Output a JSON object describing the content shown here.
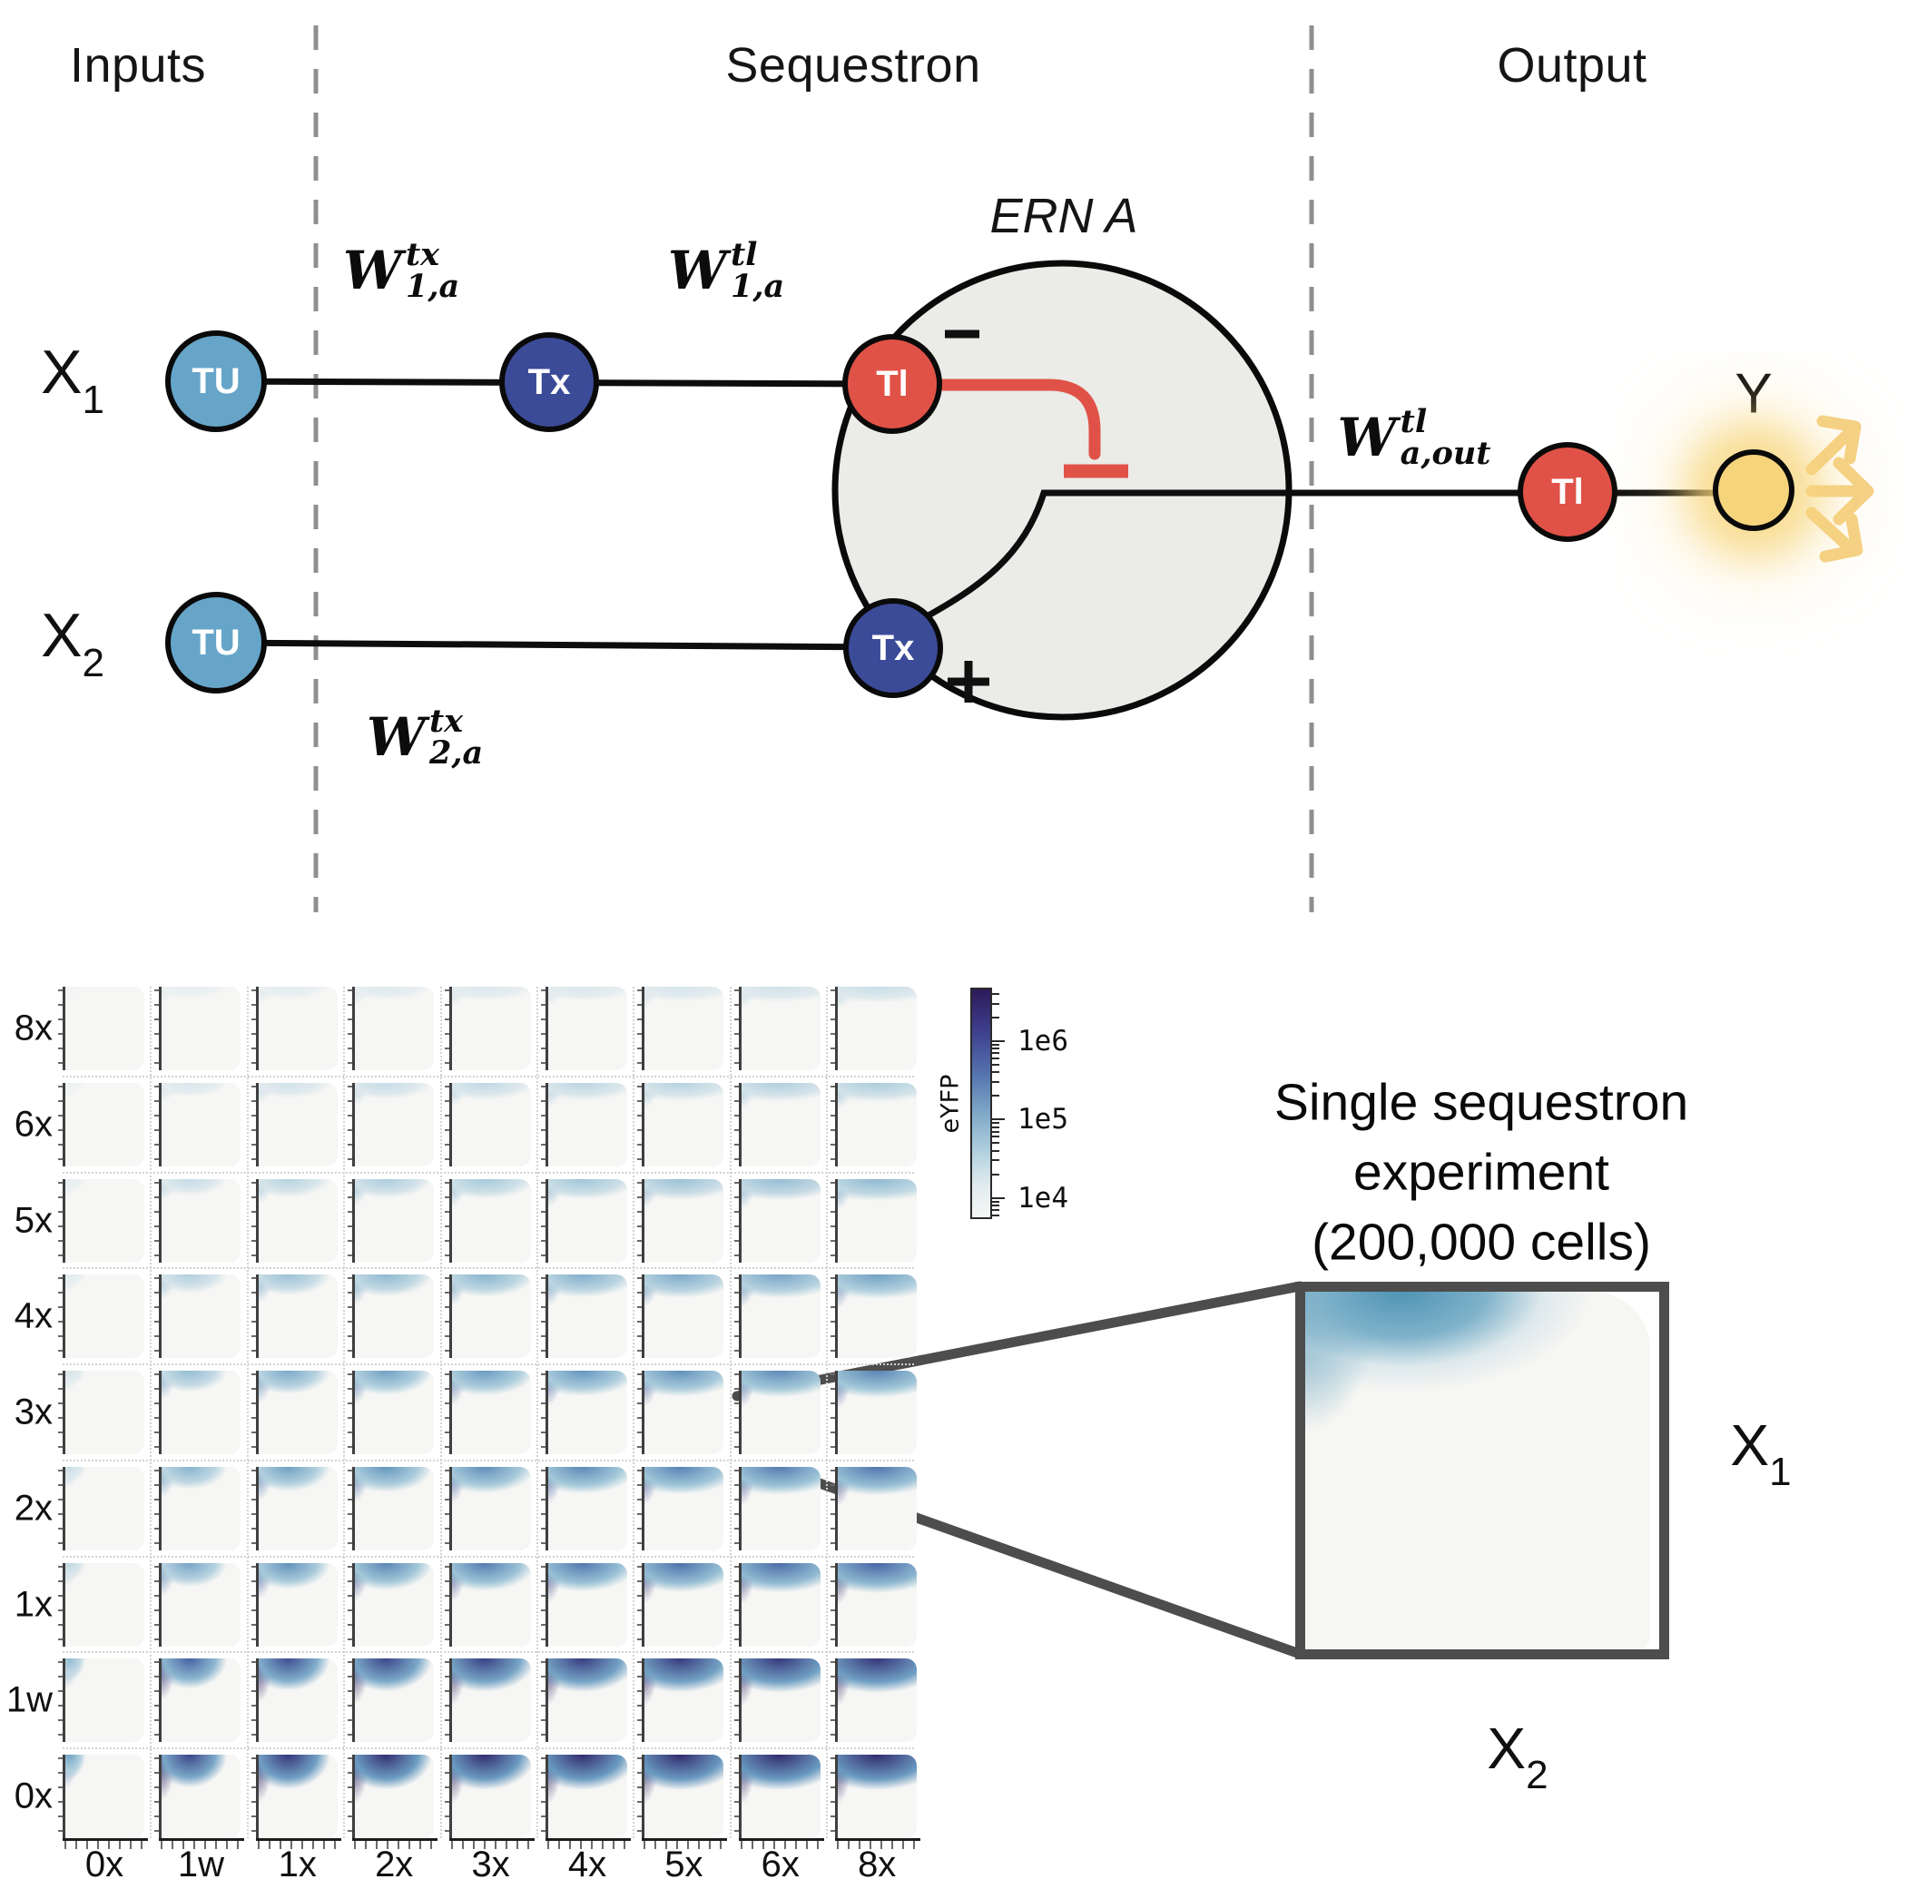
{
  "header": {
    "inputs": "Inputs",
    "sequestron": "Sequestron",
    "output": "Output"
  },
  "diagram": {
    "ern_label": "ERN A",
    "input1": {
      "base": "X",
      "sub": "1"
    },
    "input2": {
      "base": "X",
      "sub": "2"
    },
    "output_node_label": "Y",
    "node_labels": {
      "tu": "TU",
      "tx": "Tx",
      "tl": "Tl"
    },
    "signs": {
      "minus": "−",
      "plus": "+"
    },
    "weights": {
      "w_tx_1a": {
        "base": "W",
        "sup": "tx",
        "sub": "1,a"
      },
      "w_tl_1a": {
        "base": "W",
        "sup": "tl",
        "sub": "1,a"
      },
      "w_tx_2a": {
        "base": "W",
        "sup": "tx",
        "sub": "2,a"
      },
      "w_tl_aout": {
        "base": "W",
        "sup": "tl",
        "sub": "a,out"
      }
    },
    "colors": {
      "tu": "#66a5c8",
      "tx": "#3c4b98",
      "tl": "#e05247",
      "output": "#f6d47c",
      "ern_fill": "#ebebe8",
      "inhibition": "#e05247",
      "arrow": "#f5d185",
      "dashed_divider": "#8f8f8f",
      "connector": "#4d4d4d"
    }
  },
  "grid_panel": {
    "row_labels": [
      "8x",
      "6x",
      "5x",
      "4x",
      "3x",
      "2x",
      "1x",
      "1w",
      "0x"
    ],
    "col_labels": [
      "0x",
      "1w",
      "1x",
      "2x",
      "3x",
      "4x",
      "5x",
      "6x",
      "8x"
    ],
    "colorbar": {
      "label": "eYFP",
      "tick_labels": [
        "1e6",
        "1e5",
        "1e4"
      ]
    }
  },
  "zoom_callout": {
    "caption": [
      "Single sequestron",
      "experiment",
      "(200,000 cells)"
    ],
    "x1": {
      "base": "X",
      "sub": "1"
    },
    "x2": {
      "base": "X",
      "sub": "2"
    }
  },
  "chart_data": {
    "type": "heatmap",
    "description": "9x9 grid of single-cell eYFP density distributions. Rows are X1 input dose (top to bottom: 8x..0x), columns are X2 input dose (left to right: 0x..8x). eYFP output increases with X2 and decreases with X1. Values are relative output intensity (0-1) estimated from plot darkness.",
    "row_doses_top_to_bottom": [
      "8x",
      "6x",
      "5x",
      "4x",
      "3x",
      "2x",
      "1x",
      "1w",
      "0x"
    ],
    "col_doses_left_to_right": [
      "0x",
      "1w",
      "1x",
      "2x",
      "3x",
      "4x",
      "5x",
      "6x",
      "8x"
    ],
    "colorbar": {
      "label": "eYFP",
      "scale": "log",
      "ticks": [
        "1e4",
        "1e5",
        "1e6"
      ]
    },
    "intensity": [
      [
        0.03,
        0.1,
        0.13,
        0.15,
        0.17,
        0.18,
        0.2,
        0.22,
        0.25
      ],
      [
        0.06,
        0.18,
        0.22,
        0.26,
        0.28,
        0.3,
        0.32,
        0.34,
        0.36
      ],
      [
        0.1,
        0.26,
        0.32,
        0.36,
        0.38,
        0.4,
        0.42,
        0.44,
        0.46
      ],
      [
        0.14,
        0.34,
        0.42,
        0.46,
        0.48,
        0.5,
        0.52,
        0.54,
        0.56
      ],
      [
        0.2,
        0.44,
        0.52,
        0.56,
        0.58,
        0.6,
        0.62,
        0.64,
        0.66
      ],
      [
        0.24,
        0.48,
        0.56,
        0.6,
        0.63,
        0.65,
        0.67,
        0.69,
        0.71
      ],
      [
        0.28,
        0.54,
        0.62,
        0.66,
        0.69,
        0.71,
        0.73,
        0.75,
        0.77
      ],
      [
        0.45,
        0.78,
        0.85,
        0.88,
        0.9,
        0.91,
        0.92,
        0.93,
        0.94
      ],
      [
        0.55,
        0.88,
        0.94,
        0.96,
        0.97,
        0.97,
        0.98,
        0.98,
        0.98
      ]
    ]
  }
}
